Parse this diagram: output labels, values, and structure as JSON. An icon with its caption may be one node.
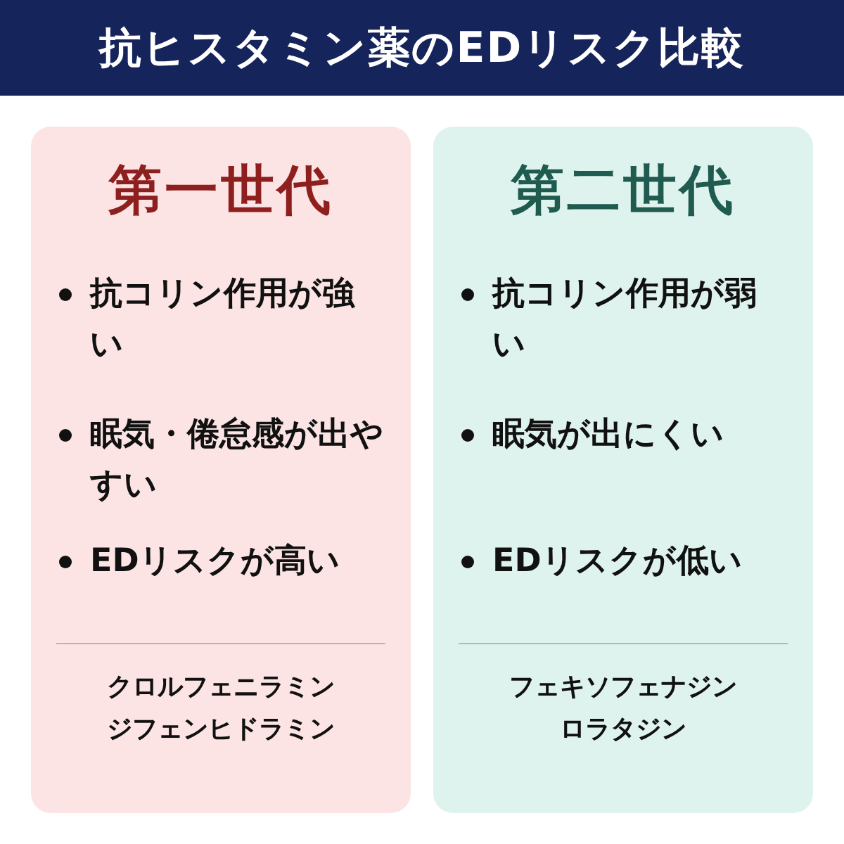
{
  "diagram": {
    "title": "抗ヒスタミン薬のEDリスク比較",
    "nodes": [
      {
        "text": [
          "第一世代",
          "抗コリン作用が強い",
          "眠気・倦怠感が出やすい",
          "EDリスクが高い",
          "クロルフェニラミン",
          "ジフェンヒドラミン"
        ]
      },
      {
        "text": [
          "第二世代",
          "抗コリン作用が弱い",
          "眠気が出にくい",
          "EDリスクが低い",
          "フェキソフェナジン",
          "ロラタジン"
        ]
      }
    ]
  }
}
